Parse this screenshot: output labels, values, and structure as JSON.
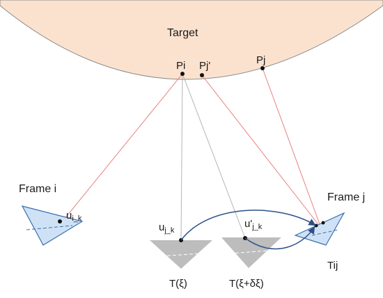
{
  "target_label": "Target",
  "points": {
    "pi": "Pi",
    "pj_prime": "Pj'",
    "pj": "Pj"
  },
  "frames": {
    "frame_i": "Frame i",
    "frame_j": "Frame j"
  },
  "projections": {
    "u_ik_base": "u",
    "u_ik_sub": "i_k",
    "u_jk_base": "u",
    "u_jk_sub": "j_k",
    "u_prime_jk_base": "u'",
    "u_prime_jk_sub": "j_k"
  },
  "transforms": {
    "t_xi": "T(ξ)",
    "t_xi_dxi": "T(ξ+δξ)",
    "tij": "Tij"
  },
  "colors": {
    "target_fill": "#fbe2cf",
    "target_stroke": "#8a8a8a",
    "frame_fill": "#cfe2f5",
    "frame_stroke": "#3a6fb0",
    "ray_red": "#e88080",
    "ray_gray": "#b5b5b5",
    "ghost_fill": "#bdbdbd",
    "arrow": "#2c4f88"
  }
}
